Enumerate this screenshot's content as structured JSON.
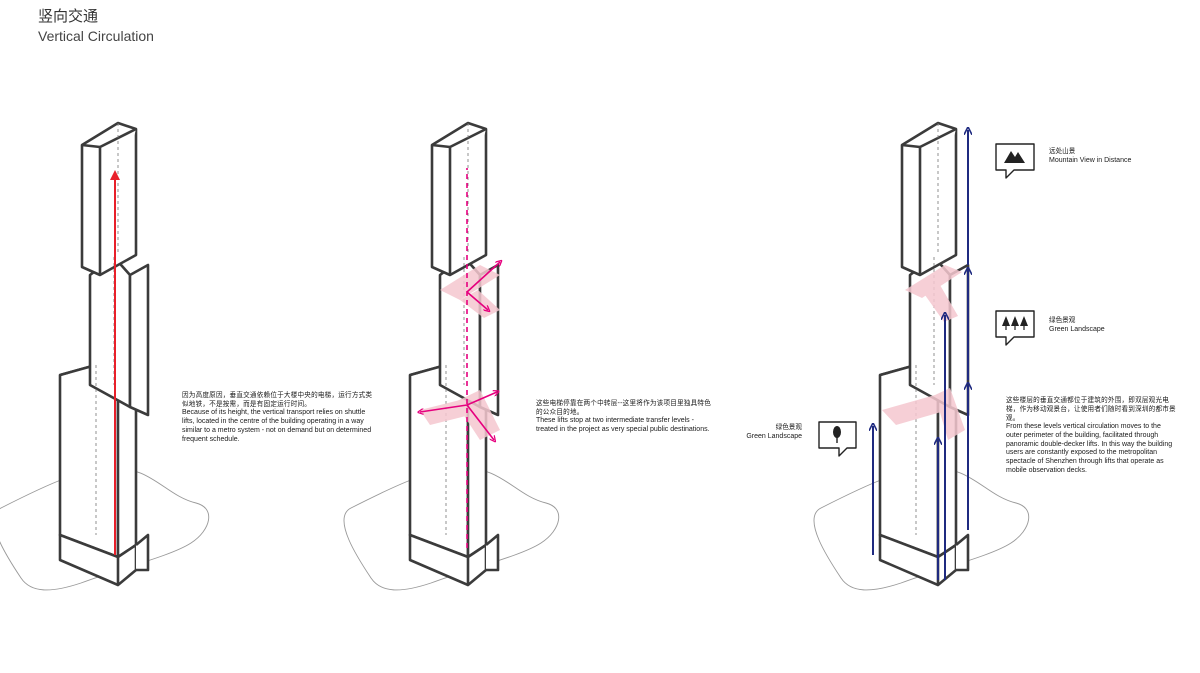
{
  "header": {
    "title_cn": "竖向交通",
    "title_en": "Vertical Circulation"
  },
  "colors": {
    "outline": "#3b3b3b",
    "shuttle": "#e8202a",
    "transfer": "#e6007e",
    "transfer_zone": "#f5c7cf",
    "perimeter": "#1f2a80",
    "base": "#d8d8d8"
  },
  "panels": [
    {
      "id": "shuttle",
      "description_cn": "因为高度原因，垂直交通依赖位于大楼中央的电梯，运行方式类似地铁，不是按需，而是有固定运行时间。",
      "description_en": "Because of its height, the vertical transport relies on shuttle lifts, located in the centre of the building operating in a way similar to a metro system - not on demand but on determined frequent schedule."
    },
    {
      "id": "transfer",
      "description_cn": "这些电梯停靠在两个中转层--这里将作为该项目里独具特色的公众目的地。",
      "description_en": "These lifts stop at two intermediate transfer levels - treated in the project as very special public destinations."
    },
    {
      "id": "perimeter",
      "description_cn": "这些楼层的垂直交通都位于建筑的外围，即双层观光电梯，作为移动观景台，让使用者们随时看到深圳的都市景观。",
      "description_en": "From these levels vertical circulation moves to the outer perimeter of the building, facilitated through panoramic double-decker lifts. In this way the building users are constantly exposed to the metropolitan spectacle of Shenzhen through lifts that operate as mobile observation decks."
    }
  ],
  "callouts": [
    {
      "id": "mountain",
      "icon": "mountain-icon",
      "label_cn": "远处山景",
      "label_en": "Mountain View in Distance"
    },
    {
      "id": "green-upper",
      "icon": "trees-icon",
      "label_cn": "绿色景观",
      "label_en": "Green Landscape"
    },
    {
      "id": "green-lower",
      "icon": "tree-icon",
      "label_cn": "绿色景观",
      "label_en": "Green Landscape"
    }
  ]
}
